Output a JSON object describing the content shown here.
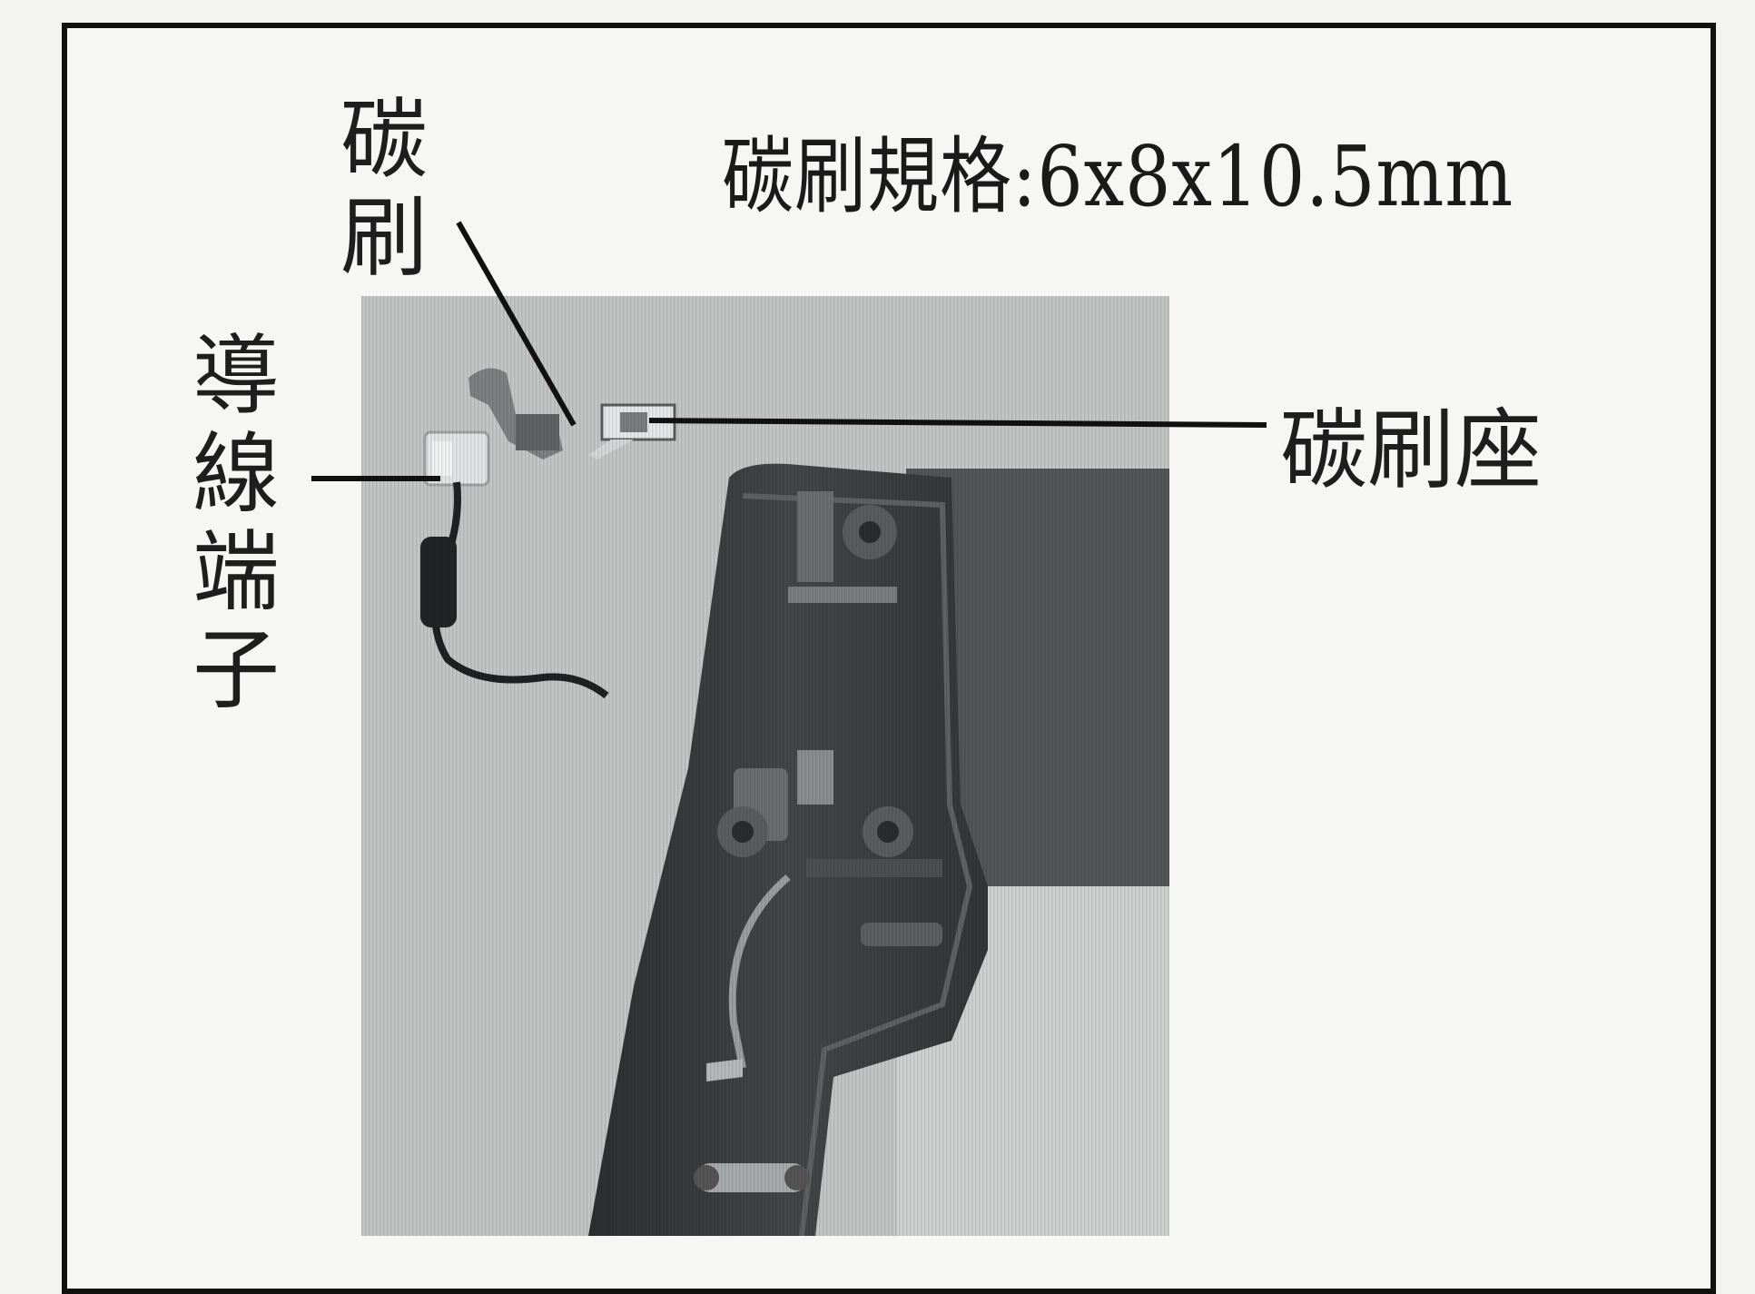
{
  "spec_text": "碳刷規格:6x8x10.5mm",
  "labels": {
    "carbon_brush": "碳刷",
    "brush_holder": "碳刷座",
    "wire_terminal": "導線端子"
  },
  "colors": {
    "frame": "#111111",
    "photo_background": "#bfc3c2",
    "device_body": "#3a3d3e"
  }
}
